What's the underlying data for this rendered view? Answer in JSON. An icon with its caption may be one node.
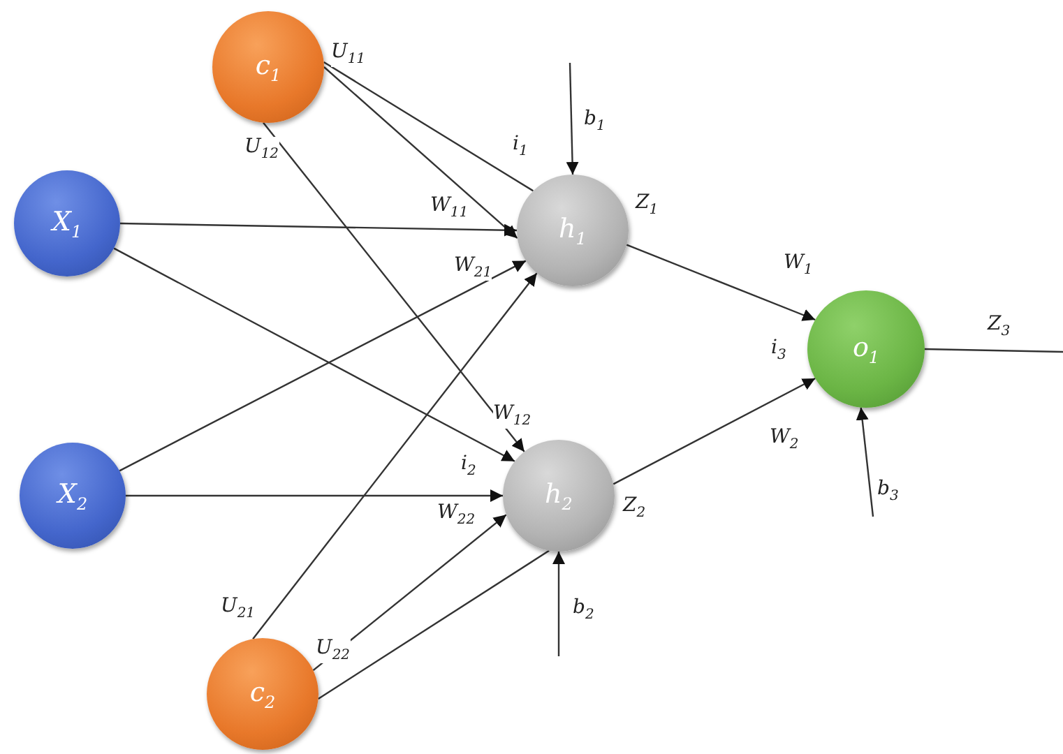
{
  "diagram": {
    "nodes": [
      {
        "text": [
          "c$_{1}$"
        ]
      },
      {
        "text": [
          "X$_{1}$"
        ]
      },
      {
        "text": [
          "X$_{2}$"
        ]
      },
      {
        "text": [
          "c$_{2}$"
        ]
      },
      {
        "text": [
          "h$_{1}$"
        ]
      },
      {
        "text": [
          "h$_{2}$"
        ]
      },
      {
        "text": [
          "o$_{1}$"
        ]
      }
    ],
    "edges": [
      {
        "from": 0,
        "to": 4,
        "arrow": "none"
      },
      {
        "from": 0,
        "to": 4,
        "arrow": "to"
      },
      {
        "from": 0,
        "to": 5,
        "arrow": "to"
      },
      {
        "from": 1,
        "to": 4,
        "arrow": "to"
      },
      {
        "from": 1,
        "to": 5,
        "arrow": "to"
      },
      {
        "from": 2,
        "to": 4,
        "arrow": "to"
      },
      {
        "from": 2,
        "to": 5,
        "arrow": "to"
      },
      {
        "from": 3,
        "to": 4,
        "arrow": "to"
      },
      {
        "from": 3,
        "to": 5,
        "arrow": "to"
      },
      {
        "from": 3,
        "to": 5,
        "arrow": "none"
      },
      {
        "from": null,
        "to": 4,
        "arrow": "to"
      },
      {
        "from": null,
        "to": 5,
        "arrow": "to"
      },
      {
        "from": 4,
        "to": 6,
        "arrow": "to"
      },
      {
        "from": 5,
        "to": 6,
        "arrow": "to"
      },
      {
        "from": null,
        "to": 6,
        "arrow": "to"
      },
      {
        "from": 6,
        "to": null,
        "arrow": "none"
      }
    ],
    "labels": [
      "U$_{11}$",
      "b$_{1}$",
      "i$_{1}$",
      "U$_{12}$",
      "W$_{11}$",
      "Z$_{1}$",
      "W$_{21}$",
      "W$_{1}$",
      "Z$_{3}$",
      "i$_{3}$",
      "W$_{12}$",
      "W$_{2}$",
      "i$_{2}$",
      "b$_{3}$",
      "Z$_{2}$",
      "W$_{22}$",
      "U$_{21}$",
      "b$_{2}$",
      "U$_{22}$"
    ]
  }
}
